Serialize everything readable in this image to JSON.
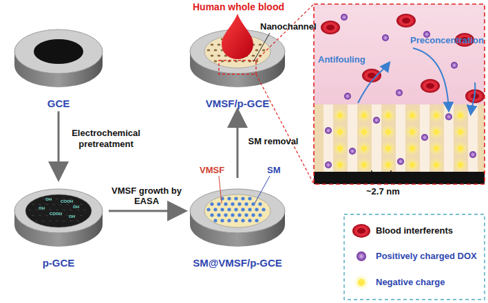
{
  "diagram": {
    "nodes": [
      {
        "text": [
          "GCE"
        ]
      },
      {
        "text": [
          "p-GCE"
        ]
      },
      {
        "text": [
          "SM@VMSF/p-GCE"
        ]
      },
      {
        "text": [
          "VMSF/p-GCE"
        ]
      }
    ],
    "edges": [
      {
        "from": 0,
        "to": 1,
        "label": "Electrochemical pretreatment",
        "arrow": "to"
      },
      {
        "from": 1,
        "to": 2,
        "label": "VMSF growth by EASA",
        "arrow": "to"
      },
      {
        "from": 2,
        "to": 3,
        "label": "SM removal",
        "arrow": "to"
      }
    ],
    "labels": [
      "Human whole blood",
      "Nanochannel",
      "VMSF",
      "SM",
      "Antifouling",
      "Preconcentration",
      "~2.7 nm",
      "OH",
      "COOH",
      "OH",
      "OH",
      "COOH",
      "OH"
    ],
    "legend": [
      {
        "text": "Blood interferents"
      },
      {
        "text": "Positively charged DOX"
      },
      {
        "text": "Negative charge"
      }
    ]
  }
}
